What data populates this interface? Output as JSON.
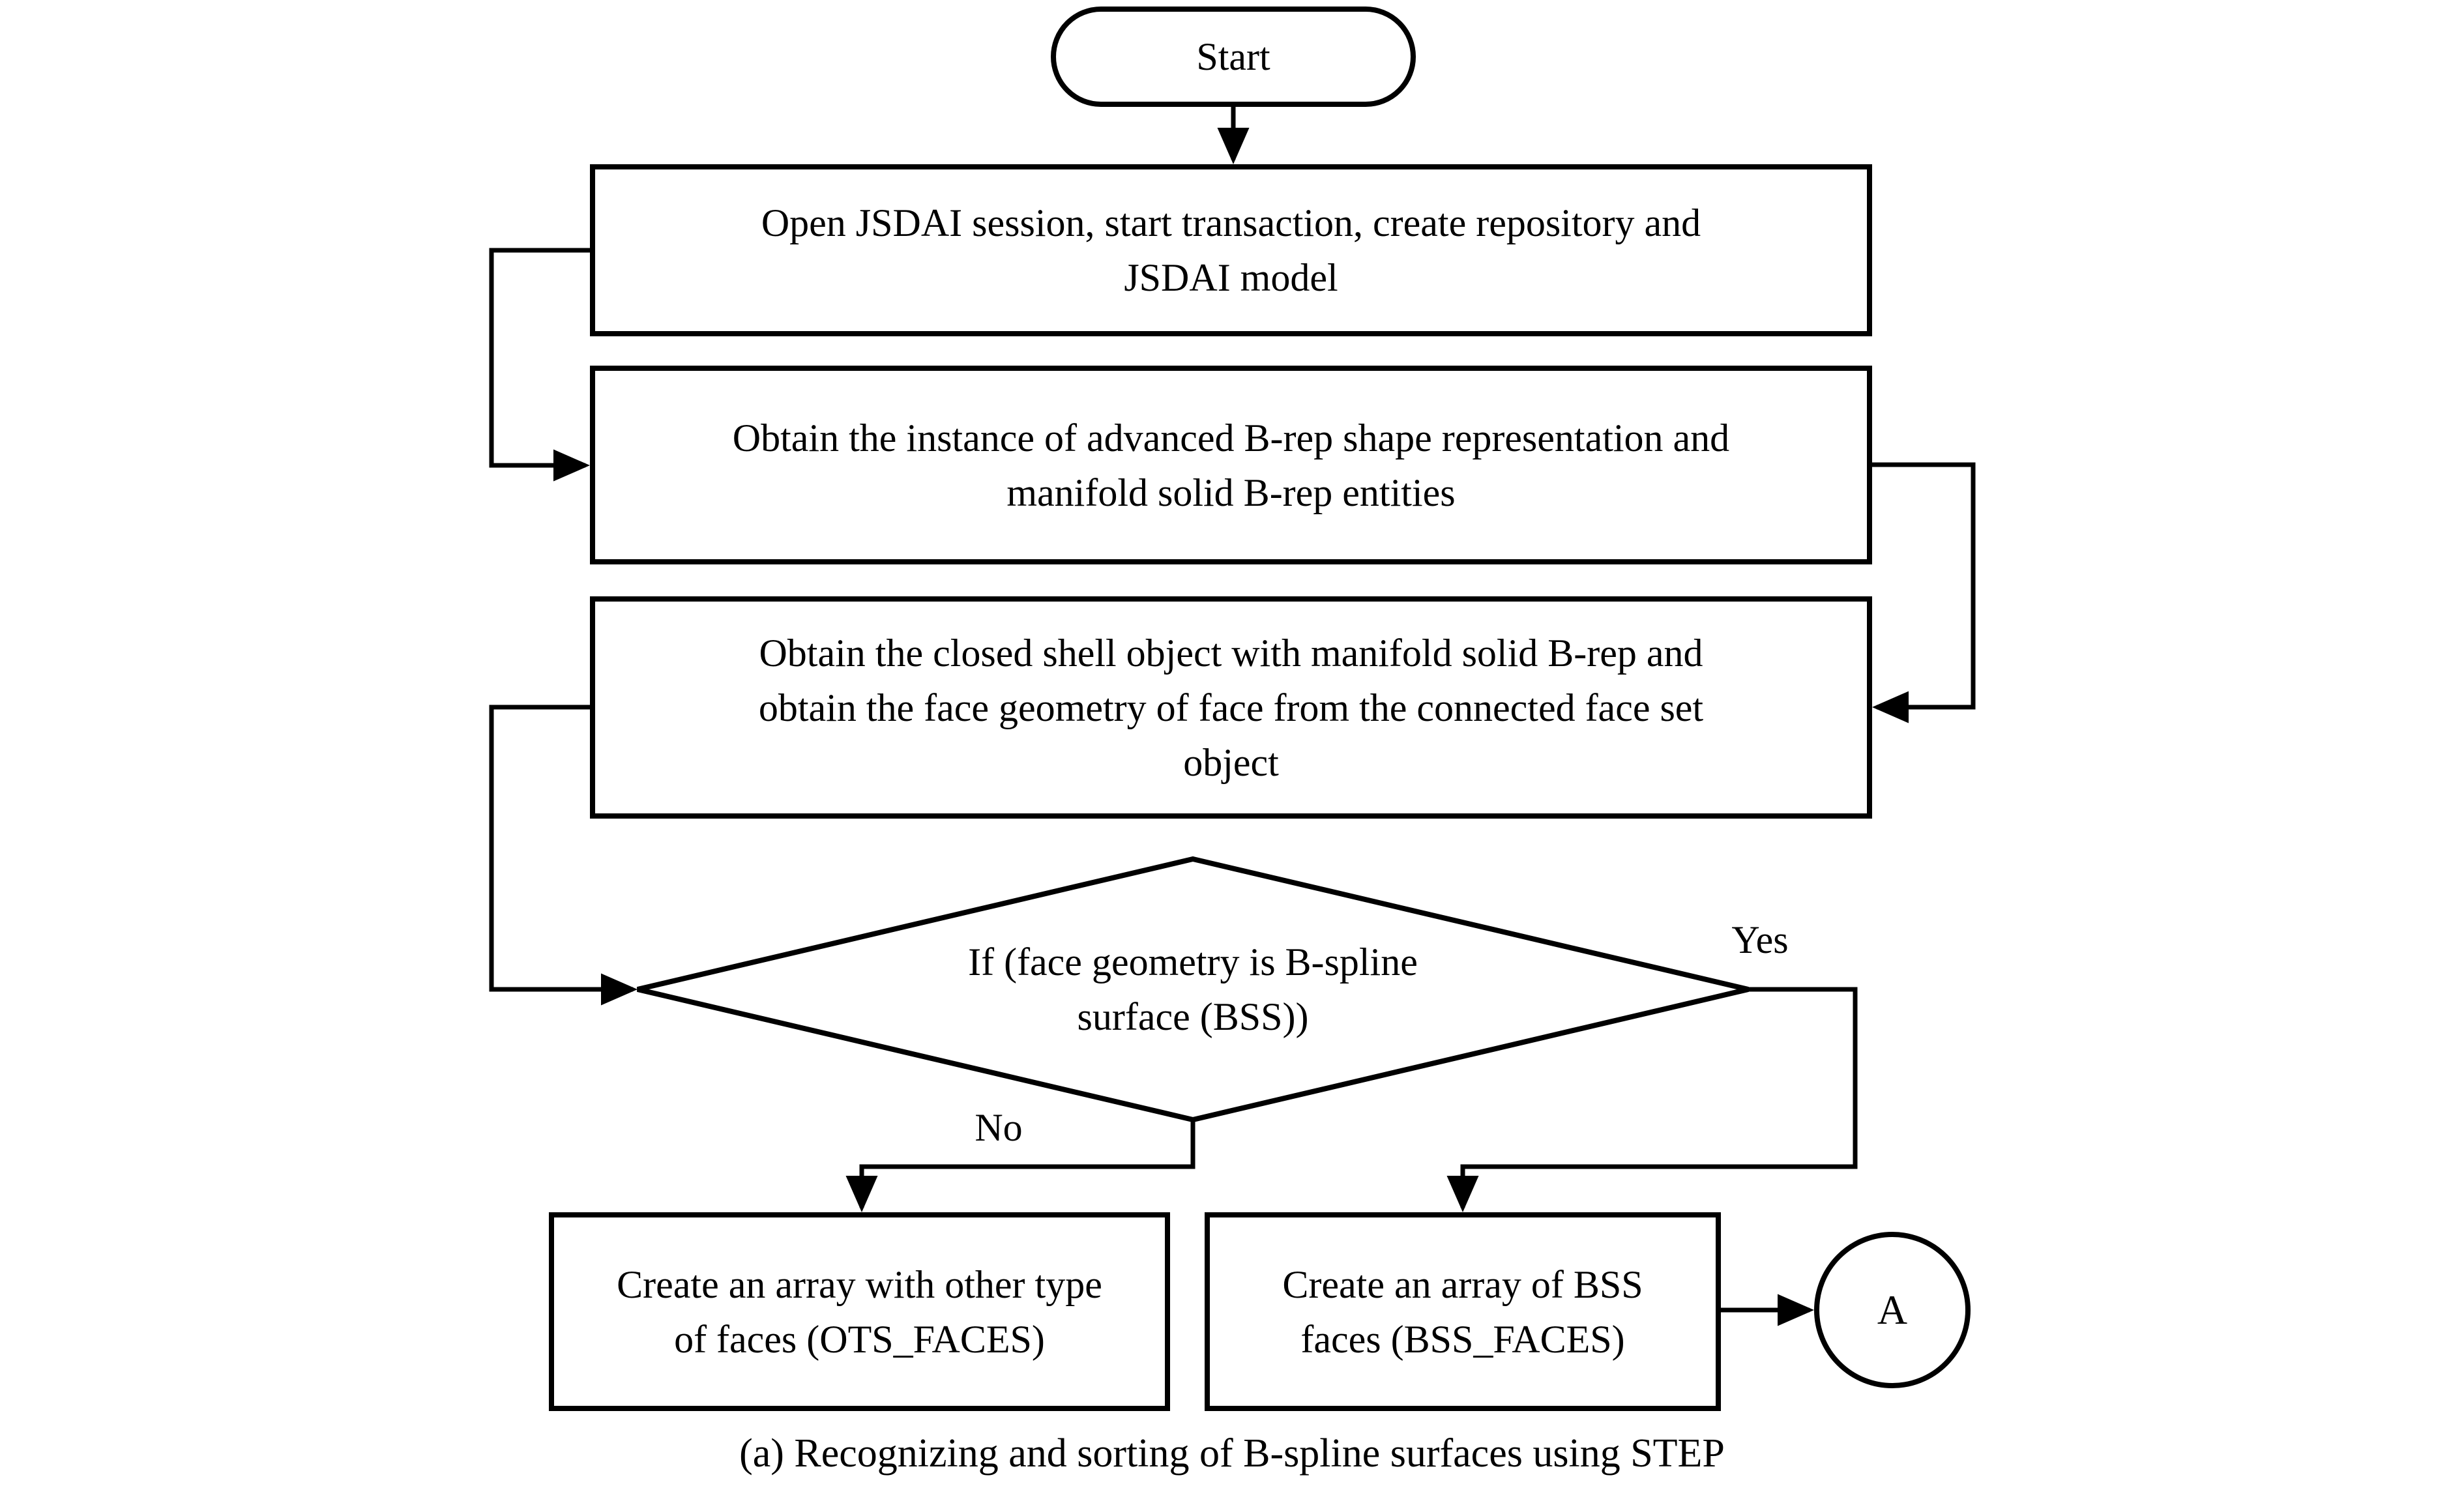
{
  "diagram": {
    "caption": "(a) Recognizing and sorting of B-spline surfaces using STEP",
    "colors": {
      "stroke": "#000000",
      "background": "#ffffff"
    },
    "nodes": {
      "start": {
        "type": "terminator",
        "label": "Start"
      },
      "step1": {
        "type": "process",
        "label": "Open JSDAI session, start transaction, create repository and\nJSDAI model"
      },
      "step2": {
        "type": "process",
        "label": "Obtain the instance of advanced B-rep shape representation and\nmanifold solid B-rep entities"
      },
      "step3": {
        "type": "process",
        "label": "Obtain the closed shell object with manifold solid B-rep and\nobtain the face geometry of face from the connected face set\nobject"
      },
      "decision": {
        "type": "decision",
        "label": "If (face geometry is B-spline\nsurface (BSS))"
      },
      "no_box": {
        "type": "process",
        "label": "Create an array with other type\nof faces (OTS_FACES)"
      },
      "yes_box": {
        "type": "process",
        "label": "Create an array of BSS\nfaces (BSS_FACES)"
      },
      "connector_a": {
        "type": "connector",
        "label": "A"
      }
    },
    "edge_labels": {
      "yes": "Yes",
      "no": "No"
    }
  }
}
